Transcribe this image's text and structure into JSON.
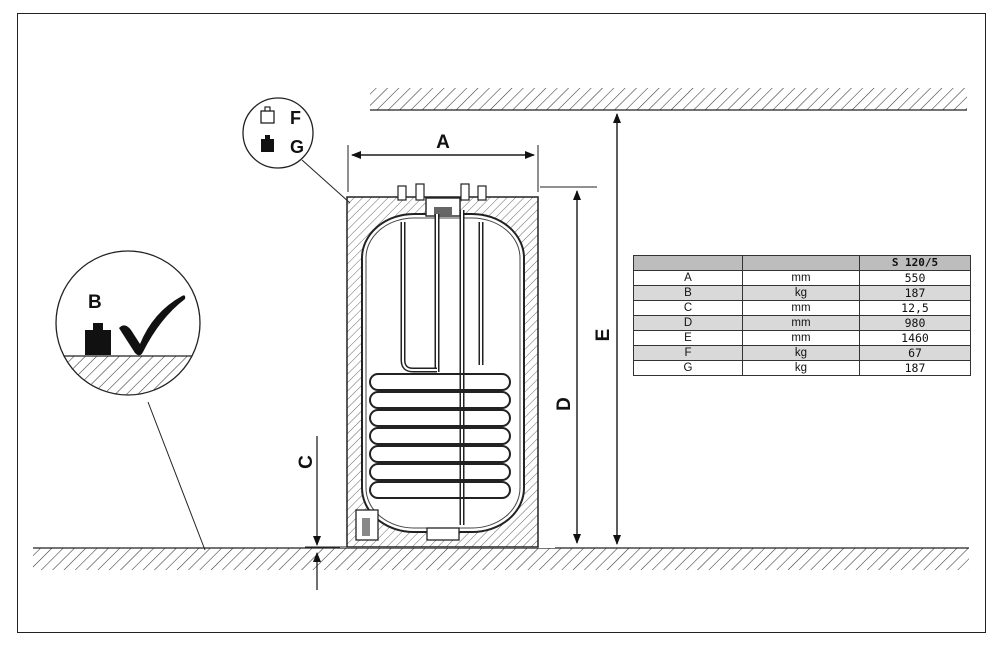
{
  "labels": {
    "width": "A",
    "floor_load": "B",
    "floor_clearance": "C",
    "tank_height": "D",
    "ceiling_clearance": "E",
    "empty_weight": "F",
    "full_weight": "G"
  },
  "table": {
    "header": [
      "",
      "",
      "S 120/5"
    ],
    "rows": [
      {
        "param": "A",
        "unit": "mm",
        "value": "550"
      },
      {
        "param": "B",
        "unit": "kg",
        "value": "187"
      },
      {
        "param": "C",
        "unit": "mm",
        "value": "12,5"
      },
      {
        "param": "D",
        "unit": "mm",
        "value": "980"
      },
      {
        "param": "E",
        "unit": "mm",
        "value": "1460"
      },
      {
        "param": "F",
        "unit": "kg",
        "value": "67"
      },
      {
        "param": "G",
        "unit": "kg",
        "value": "187"
      }
    ]
  },
  "icons": [
    "weight-empty-icon",
    "weight-full-icon",
    "checkmark-icon",
    "weight-icon"
  ]
}
